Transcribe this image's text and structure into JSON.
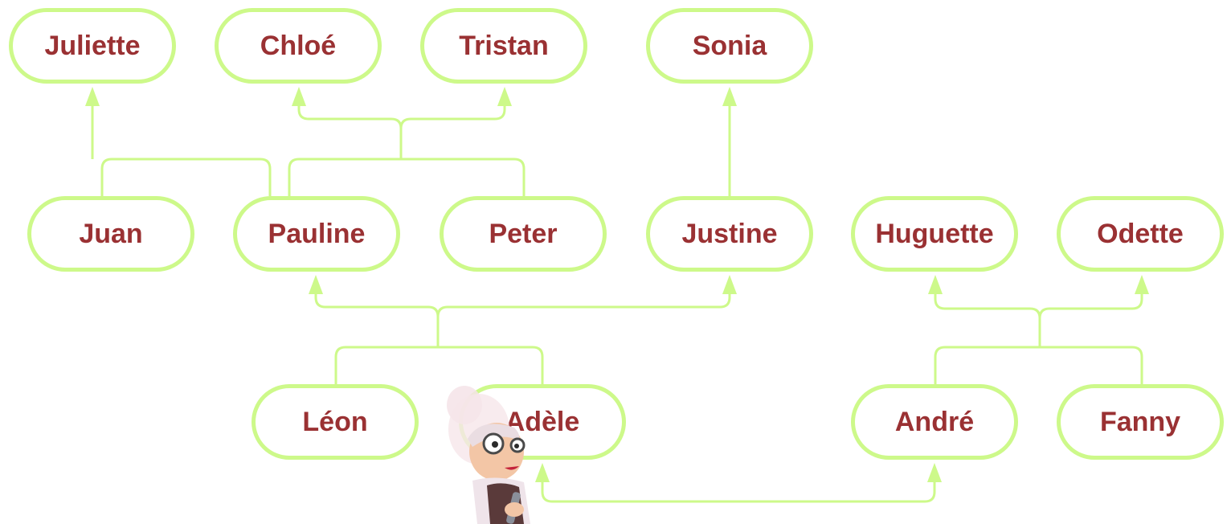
{
  "diagram": {
    "nodes": {
      "juliette": "Juliette",
      "chloe": "Chloé",
      "tristan": "Tristan",
      "sonia": "Sonia",
      "juan": "Juan",
      "pauline": "Pauline",
      "peter": "Peter",
      "justine": "Justine",
      "huguette": "Huguette",
      "odette": "Odette",
      "leon": "Léon",
      "adele": "Adèle",
      "andre": "André",
      "fanny": "Fanny"
    },
    "relations": [
      {
        "parents": [
          "Juan",
          "Pauline"
        ],
        "children": [
          "Juliette"
        ]
      },
      {
        "parents": [
          "Pauline",
          "Peter"
        ],
        "children": [
          "Chloé",
          "Tristan"
        ]
      },
      {
        "parents": [
          "Justine"
        ],
        "children": [
          "Sonia"
        ]
      },
      {
        "parents": [
          "Léon",
          "Adèle"
        ],
        "children": [
          "Pauline",
          "Justine"
        ]
      },
      {
        "parents": [
          "André",
          "Fanny"
        ],
        "children": [
          "Huguette",
          "Odette"
        ]
      },
      {
        "parents": [
          "Adèle"
        ],
        "children": [
          "André"
        ]
      }
    ],
    "colors": {
      "connector": "#cdf98a",
      "node_border": "#cdf98a",
      "node_text": "#9a3133"
    },
    "decoration": "cartoon-grandmother-character"
  }
}
